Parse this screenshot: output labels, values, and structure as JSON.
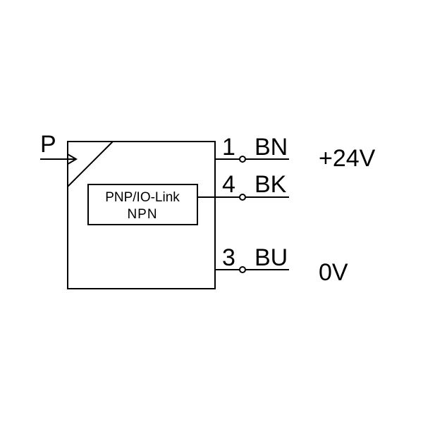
{
  "diagram": {
    "input_label": "P",
    "module": {
      "line1": "PNP/IO-Link",
      "line2": "NPN"
    },
    "pins": [
      {
        "number": "1",
        "wire": "BN"
      },
      {
        "number": "4",
        "wire": "BK"
      },
      {
        "number": "3",
        "wire": "BU"
      }
    ],
    "supply": {
      "positive": "+24V",
      "ground": "0V"
    },
    "colors": {
      "line": "#000000",
      "background": "#ffffff"
    }
  }
}
